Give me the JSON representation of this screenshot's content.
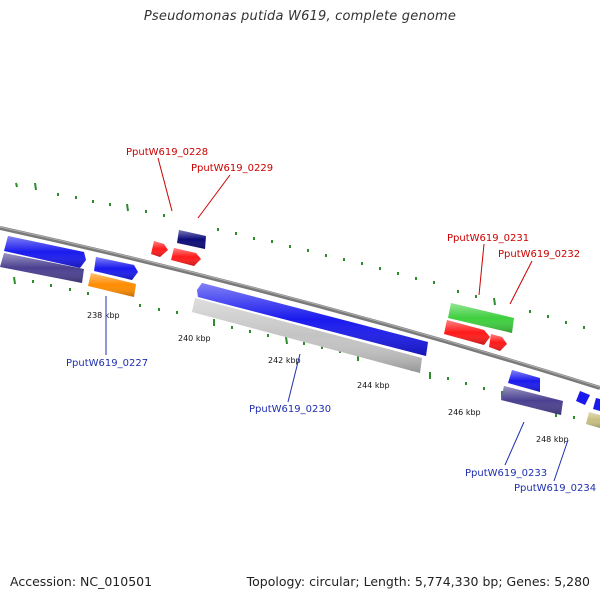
{
  "title": "Pseudomonas putida W619, complete genome",
  "footer": {
    "accession": "Accession: NC_010501",
    "summary": "Topology: circular; Length: 5,774,330 bp; Genes: 5,280"
  },
  "colors": {
    "backbone": "#7a7a7a",
    "tick": "#2e8b2e",
    "label_forward": "#cc0000",
    "label_reverse": "#1f2fb0"
  },
  "ruler": [
    "238 kbp",
    "240 kbp",
    "242 kbp",
    "244 kbp",
    "246 kbp",
    "248 kbp"
  ],
  "features": [
    {
      "name": "PputW619_0228",
      "strand": "forward",
      "color": "#ff1a1a"
    },
    {
      "name": "PputW619_0229",
      "strand": "forward",
      "color": "#ff1a1a"
    },
    {
      "name": "PputW619_0231",
      "strand": "forward",
      "color": "#3fcf3f"
    },
    {
      "name": "PputW619_0232",
      "strand": "forward",
      "color": "#ff1a1a"
    },
    {
      "name": "PputW619_0227",
      "strand": "reverse",
      "color": "#ff8c00"
    },
    {
      "name": "PputW619_0230",
      "strand": "reverse",
      "color": "#c4c4c4"
    },
    {
      "name": "PputW619_0233",
      "strand": "reverse",
      "color": "#4a4090"
    },
    {
      "name": "PputW619_0234",
      "strand": "reverse",
      "color": "#c8c080"
    }
  ]
}
